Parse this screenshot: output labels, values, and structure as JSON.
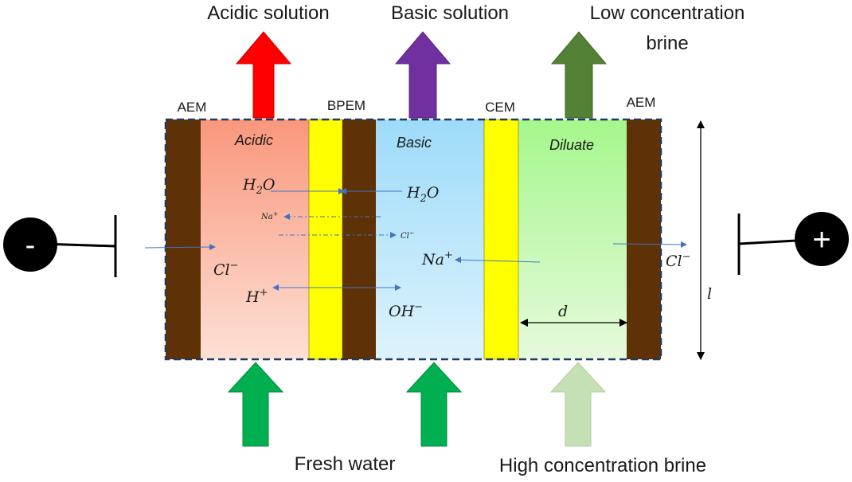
{
  "outputs": {
    "acidic": "Acidic solution",
    "basic": "Basic solution",
    "brine_line1": "Low concentration",
    "brine_line2": "brine"
  },
  "inputs": {
    "fresh_water": "Fresh water",
    "high_brine": "High concentration brine"
  },
  "membranes": {
    "aem_left": "AEM",
    "bpem": "BPEM",
    "cem": "CEM",
    "aem_right": "AEM"
  },
  "compartments": {
    "acidic": "Acidic",
    "basic": "Basic",
    "diluate": "Diluate"
  },
  "species": {
    "h2o_left_base": "H",
    "h2o_left_sub": "2",
    "h2o_left_end": "O",
    "h2o_right_base": "H",
    "h2o_right_sub": "2",
    "h2o_right_end": "O",
    "na_small_base": "Na",
    "na_small_sup": "+",
    "cl_small_base": "Cl",
    "cl_small_sup": "−",
    "cl_acid_base": "Cl",
    "cl_acid_sup": "−",
    "na_basic_base": "Na",
    "na_basic_sup": "+",
    "h_base": "H",
    "h_sup": "+",
    "oh_base": "OH",
    "oh_sup": "−",
    "cl_right_base": "Cl",
    "cl_right_sup": "−"
  },
  "dimensions": {
    "d": "d",
    "l": "l"
  },
  "electrodes": {
    "negative": "-",
    "positive": "+"
  },
  "colors": {
    "aem": "#5e3206",
    "bpem_yellow": "#ffff00",
    "arrow_acid": "#ff0000",
    "arrow_basic": "#7030a0",
    "arrow_brine_out": "#538135",
    "arrow_fresh": "#00b050",
    "arrow_brine_in": "#c5e0b4",
    "ion_arrow": "#4472c4"
  }
}
